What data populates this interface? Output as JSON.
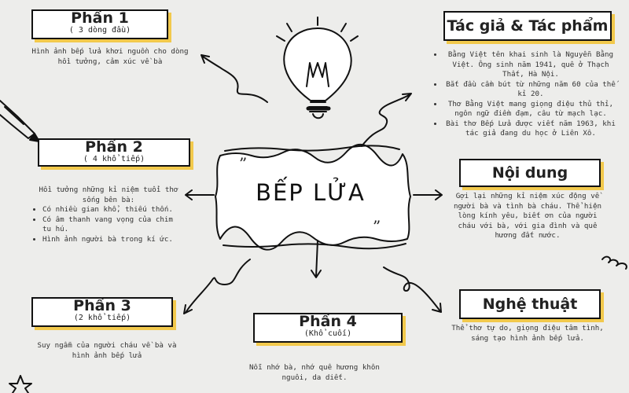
{
  "center": {
    "title": "BẾP LỬA",
    "quote_open": "”",
    "quote_close": "”"
  },
  "part1": {
    "title": "Phần 1",
    "subtitle": "( 3 dòng đầu)",
    "text": "Hình ảnh bếp lửa khơi nguồn cho dòng hồi tưởng, cảm xúc về bà"
  },
  "part2": {
    "title": "Phần 2",
    "subtitle": "( 4 khổ tiếp)",
    "intro": "Hồi tưởng những kỉ niệm tuổi thơ sống bên bà:",
    "items": [
      "Có nhiều gian khổ, thiếu thốn.",
      "Có âm thanh vang vọng của chim tu hú.",
      "Hình ảnh người bà trong kí ức."
    ]
  },
  "part3": {
    "title": "Phần 3",
    "subtitle": "(2 khổ tiếp)",
    "text": "Suy ngẫm của người cháu về bà và hình ảnh bếp lửa"
  },
  "part4": {
    "title": "Phần 4",
    "subtitle": "(Khổ cuối)",
    "text": "Nỗi nhớ bà, nhớ quê hương khôn nguôi, da diết."
  },
  "author": {
    "title": "Tác giả & Tác phẩm",
    "items": [
      "Bằng Việt tên khai sinh là Nguyễn Bằng Việt. Ông sinh năm 1941, quê ở Thạch Thất, Hà Nội.",
      "Bắt đầu cầm bút từ những năm 60 của thế kỉ 20.",
      "Thơ Bằng Việt mang giọng điệu thủ thỉ, ngôn ngữ điềm đạm, câu từ mạch lạc.",
      "Bài thơ Bếp Lửa được viết năm 1963, khi tác giả đang du học ở Liên Xô."
    ]
  },
  "content": {
    "title": "Nội dung",
    "text": "Gợi lại những kỉ niệm xúc động về người bà và tình bà cháu. Thể hiện lòng kính yêu, biết ơn của người cháu với bà, với gia đình và quê hương đất nước."
  },
  "art": {
    "title": "Nghệ thuật",
    "text": "Thể thơ tự do, giọng điệu tâm tình, sáng tạo hình ảnh bếp lửa."
  }
}
